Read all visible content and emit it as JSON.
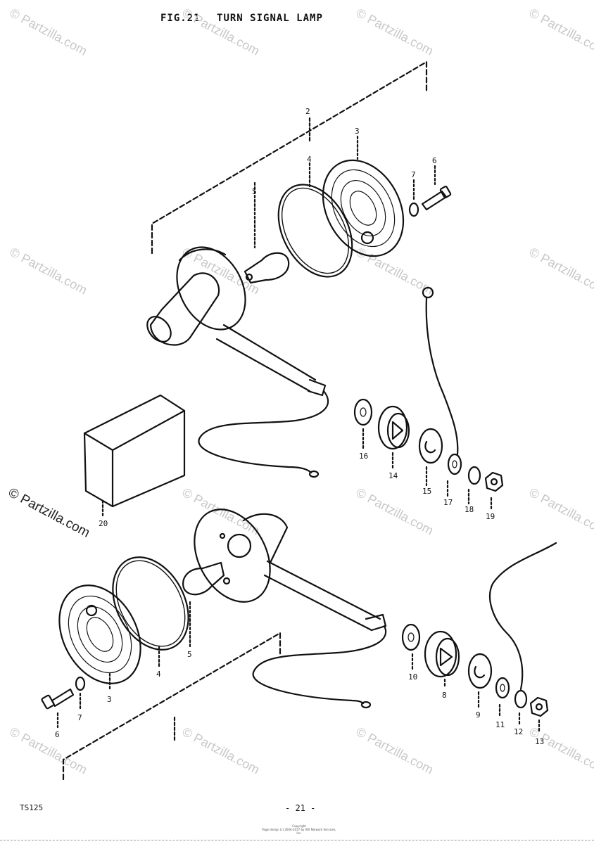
{
  "header": {
    "fig_label": "FIG.21",
    "title": "TURN SIGNAL LAMP"
  },
  "footer": {
    "model": "TS125",
    "page": "- 21 -",
    "copyright_line1": "Copyright",
    "copyright_line2": "Page design (c) 2004-2017 by ARI Network Services, Inc."
  },
  "watermark": {
    "text": "© Partzilla.com"
  },
  "callouts": {
    "upper": {
      "c2": "2",
      "c3": "3",
      "c4": "4",
      "c5": "5",
      "c6": "6",
      "c7": "7",
      "c14": "14",
      "c15": "15",
      "c16": "16",
      "c17": "17",
      "c18": "18",
      "c19": "19",
      "c20": "20"
    },
    "lower": {
      "c3": "3",
      "c4": "4",
      "c5": "5",
      "c6": "6",
      "c7": "7",
      "c8": "8",
      "c9": "9",
      "c10": "10",
      "c11": "11",
      "c12": "12",
      "c13": "13"
    }
  }
}
